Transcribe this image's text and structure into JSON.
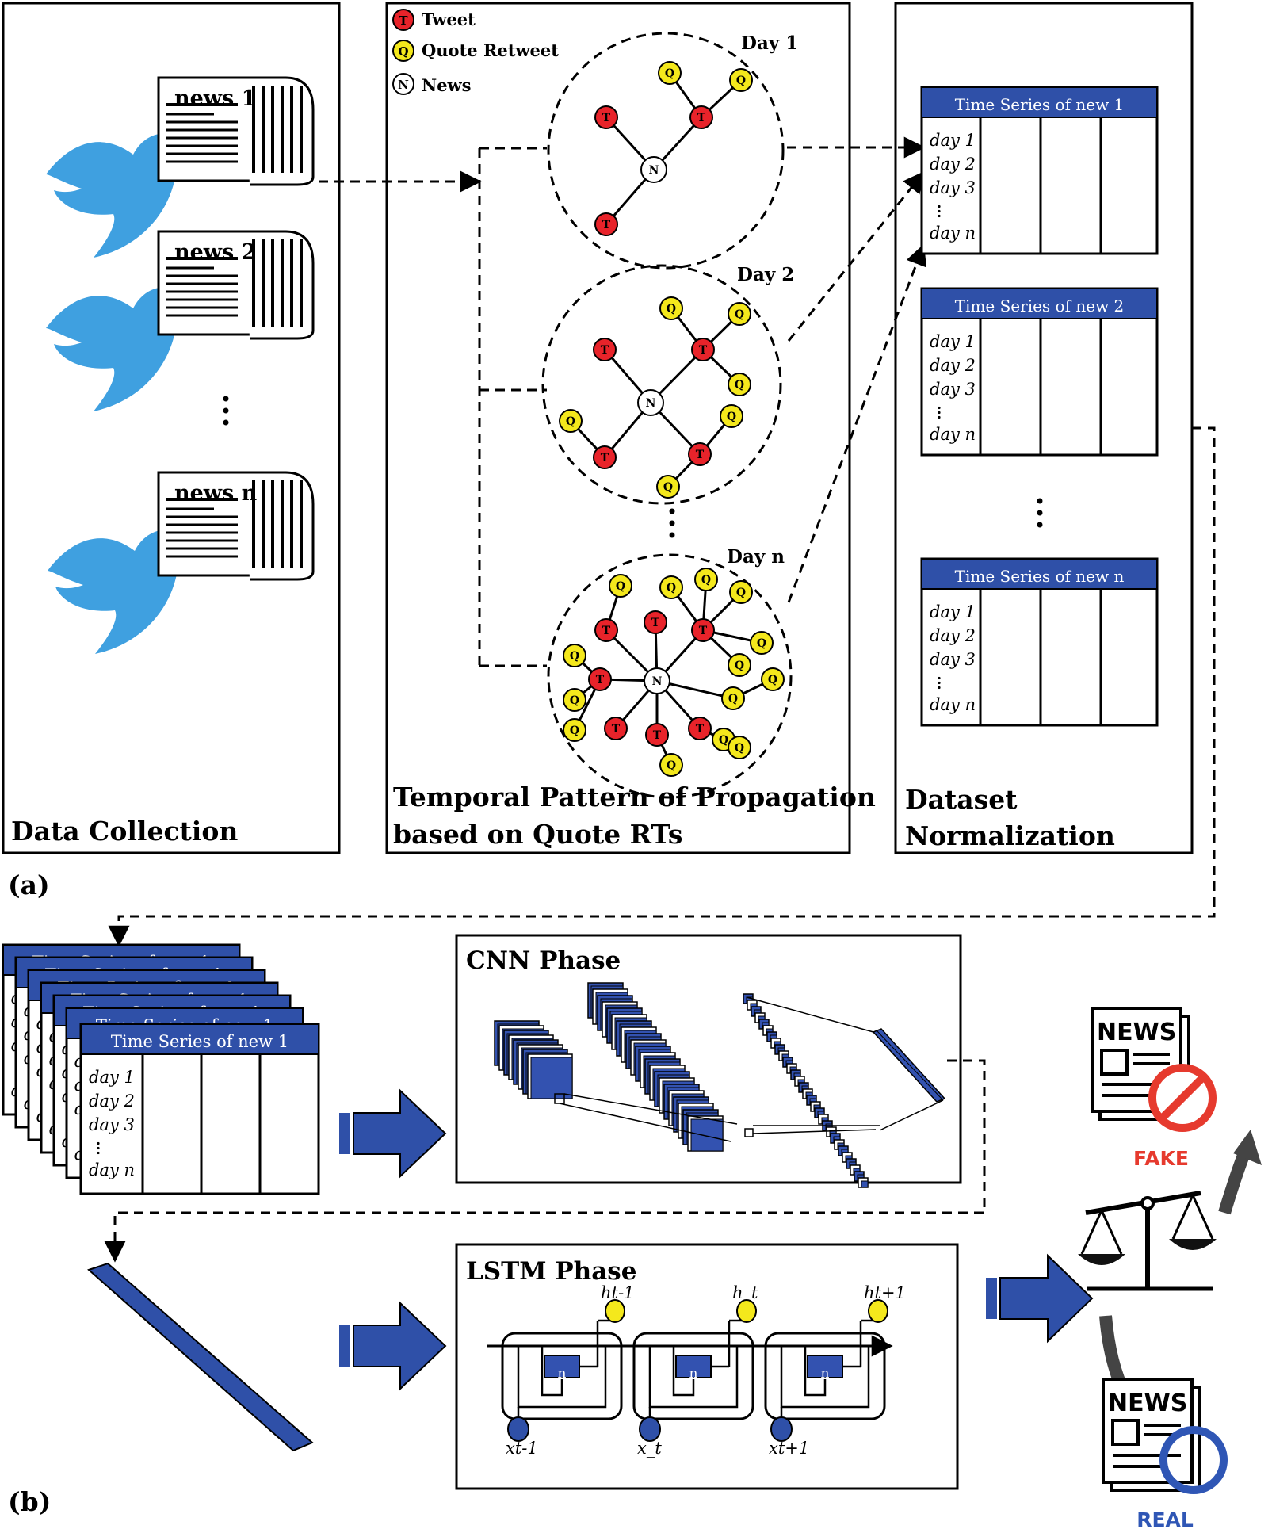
{
  "panel_a": {
    "label": "(a)",
    "data_collection": {
      "title": "Data Collection",
      "news": [
        "news 1",
        "news 2",
        "news n"
      ]
    },
    "propagation": {
      "title_line1": "Temporal Pattern of Propagation",
      "title_line2": "based on Quote RTs",
      "legend": {
        "tweet_letter": "T",
        "tweet": "Tweet",
        "quote_letter": "Q",
        "quote": "Quote Retweet",
        "news_letter": "N",
        "news": "News"
      },
      "days": [
        "Day 1",
        "Day 2",
        "Day n"
      ]
    },
    "normalization": {
      "title_line1": "Dataset",
      "title_line2": "Normalization",
      "tables": [
        "Time Series of new 1",
        "Time Series of new 2",
        "Time Series of new n"
      ],
      "rows": [
        "day 1",
        "day 2",
        "day 3",
        "day n"
      ]
    }
  },
  "panel_b": {
    "label": "(b)",
    "stack_table": "Time Series of new 1",
    "rows": [
      "day 1",
      "day 2",
      "day 3",
      "day n"
    ],
    "cnn_title": "CNN Phase",
    "lstm_title": "LSTM Phase",
    "lstm": {
      "cell_label": "n",
      "outputs": [
        "h_{t-1}",
        "h_t",
        "h_{t+1}"
      ],
      "inputs": [
        "x_{t-1}",
        "x_t",
        "x_{t+1}"
      ]
    },
    "news_icon": "NEWS",
    "fake_label": "FAKE",
    "real_label": "REAL"
  },
  "colors": {
    "tweet_red": "#e8232a",
    "quote_yellow": "#f4e81c",
    "bird_blue": "#3fa0e0",
    "header_blue": "#2f50a8",
    "cnn_blue": "#3352b0",
    "fake_red": "#e63a2e",
    "real_blue": "#2f56b5"
  },
  "icons": [
    "twitter-bird-icon",
    "newspaper-icon",
    "scale-icon",
    "no-sign-icon",
    "curved-arrow-icon"
  ]
}
